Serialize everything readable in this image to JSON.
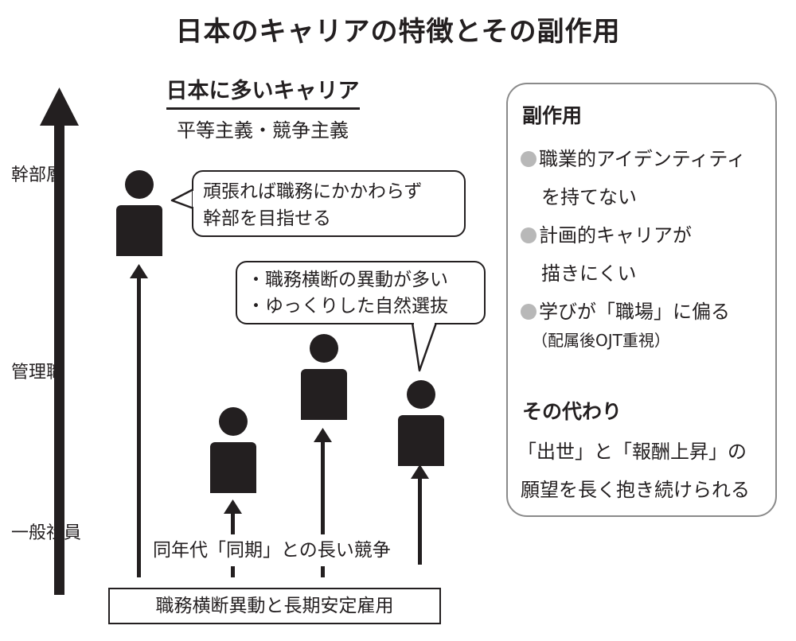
{
  "title": "日本のキャリアの特徴とその副作用",
  "left": {
    "heading": "日本に多いキャリア",
    "subheading": "平等主義・競争主義",
    "levels": {
      "executive": "幹部層",
      "manager": "管理職",
      "staff": "一般社員"
    },
    "bubble_top": {
      "line1": "頑張れば職務にかかわらず",
      "line2": "幹部を目指せる"
    },
    "bubble_mid": {
      "line1": "・職務横断の異動が多い",
      "line2": "・ゆっくりした自然選抜"
    },
    "same_age_label": "同年代「同期」との長い競争",
    "bottom_label": "職務横断異動と長期安定雇用"
  },
  "right": {
    "side_effects_heading": "副作用",
    "items": [
      {
        "line1": "職業的アイデンティティ",
        "line2": "を持てない"
      },
      {
        "line1": "計画的キャリアが",
        "line2": "描きにくい"
      },
      {
        "line1": "学びが「職場」に偏る",
        "line2": "（配属後OJT重視）"
      }
    ],
    "instead_heading": "その代わり",
    "instead_line1": "「出世」と「報酬上昇」の",
    "instead_line2": "願望を長く抱き続けられる"
  },
  "colors": {
    "ink": "#231f20",
    "bullet_gray": "#b8b8b8",
    "panel_border": "#8a8a8a"
  }
}
